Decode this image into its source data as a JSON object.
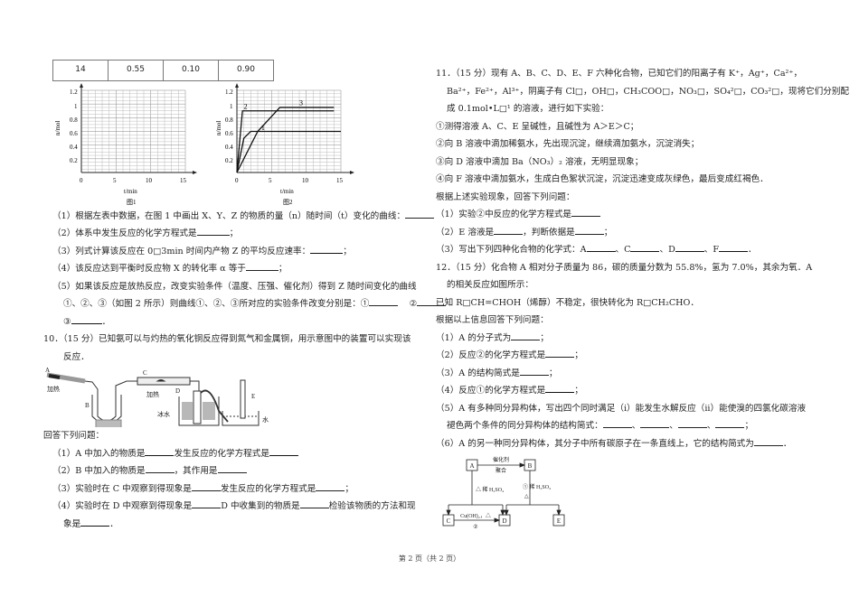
{
  "table": {
    "row": [
      "14",
      "0.55",
      "0.10",
      "0.90"
    ]
  },
  "chart_data": [
    {
      "type": "line",
      "title": "图1",
      "xlabel": "t/min",
      "ylabel": "n/mol",
      "xticks": [
        "0",
        "5",
        "10",
        "15"
      ],
      "yticks": [
        "0.2",
        "0.4",
        "0.6",
        "0.8",
        "1",
        "1.2"
      ],
      "xlim": [
        0,
        15
      ],
      "ylim": [
        0,
        1.2
      ],
      "grid": true,
      "series": []
    },
    {
      "type": "line",
      "title": "图2",
      "xlabel": "t/min",
      "ylabel": "n/mol",
      "xticks": [
        "0",
        "5",
        "10",
        "15"
      ],
      "yticks": [
        "0.2",
        "0.4",
        "0.6",
        "0.8",
        "1",
        "1.2"
      ],
      "xlim": [
        0,
        15
      ],
      "ylim": [
        0,
        1.2
      ],
      "grid": true,
      "series": [
        {
          "name": "1",
          "x": [
            0,
            1,
            2,
            15
          ],
          "y": [
            0,
            0.5,
            0.6,
            0.6
          ]
        },
        {
          "name": "2",
          "x": [
            0,
            0.8,
            14
          ],
          "y": [
            0,
            0.9,
            0.9
          ]
        },
        {
          "name": "3",
          "x": [
            0,
            3,
            6.2,
            14
          ],
          "y": [
            0,
            0.6,
            0.95,
            0.95
          ]
        }
      ]
    }
  ],
  "left": {
    "q9": [
      "（1）根据左表中数据，在图 1 中画出 X、Y、Z 的物质的量（n）随时间（t）变化的曲线：",
      "（2）体系中发生反应的化学方程式是",
      "（3）列式计算该反应在 0□3min 时间内产物 Z 的平均反应速率：",
      "（4）该反应达到平衡时反应物 X 的转化率 α 等于",
      "（5）如果该反应是放热反应，改变实验条件（温度、压强、催化剂）得到 Z 随时间变化的曲线",
      "①、②、③（如图 2 所示）则曲线①、②、③所对应的实验条件改变分别是：①",
      "②",
      "③"
    ],
    "q10_head": "10．（15 分）已知氨可以与灼热的氧化铜反应得到氮气和金属铜，用示意图中的装置可以实现该",
    "q10_head2": "反应．",
    "apparatus": {
      "labels": {
        "A": "A",
        "B": "B",
        "C": "C",
        "D": "D",
        "E": "E",
        "heat1": "加热",
        "heat2": "加热",
        "ice": "冰水",
        "water": "水"
      }
    },
    "answer_intro": "回答下列问题：",
    "q10": [
      {
        "a": "（1）A 中加入的物质是",
        "b": "发生反应的化学方程式是",
        "c": ""
      },
      {
        "a": "（2）B 中加入的物质是",
        "b": "，其作用是",
        "c": ""
      },
      {
        "a": "（3）实验时在 C 中观察到得现象是",
        "b": "发生反应的化学方程式是",
        "c": "；"
      },
      {
        "a": "（4）实验时在 D 中观察到得现象是",
        "b": "D 中收集到的物质是",
        "c": "检验该物质的方法和现"
      }
    ],
    "q10_last": "象是"
  },
  "right": {
    "q11_lines": [
      "11．（15 分）现有 A、B、C、D、E、F 六种化合物，已知它们的阳离子有 K⁺，Ag⁺，Ca²⁺，",
      "Ba²⁺，Fe²⁺，Al³⁺，阴离子有 Cl□，OH□，CH₃COO□，NO₃□，SO₄²□，CO₃²□，现将它们分别配",
      "成 0.1mol•L□¹ 的溶液，进行如下实验：",
      "①测得溶液 A、C、E 呈碱性，且碱性为 A＞E＞C；",
      "②向 B 溶液中滴加稀氨水，先出现沉淀，继续滴加氨水，沉淀消失；",
      "③向 D 溶液中滴加 Ba（NO₃）₂ 溶液，无明显现象；",
      "④向 F 溶液中滴加氨水，生成白色絮状沉淀，沉淀迅速变成灰绿色，最后变成红褐色．",
      "根据上述实验现象，回答下列问题："
    ],
    "q11_sub1": "（1）实验②中反应的化学方程式是",
    "q11_sub2_a": "（2）E 溶液是",
    "q11_sub2_b": "，判断依据是",
    "q11_sub3": "（3）写出下列四种化合物的化学式：A",
    "q11_sub3_c": "、C",
    "q11_sub3_d": "、D",
    "q11_sub3_f": "、F",
    "q12_head": "12．（15 分）化合物 A 相对分子质量为 86，碳的质量分数为 55.8%，氢为 7.0%，其余为氧．A",
    "q12_head2": "的相关反应如图所示：",
    "q12_known": "已知 R□CH=CHOH（烯醇）不稳定，很快转化为 R□CH₂CHO．",
    "q12_intro": "根据以上信息回答下列问题：",
    "q12_subs": [
      "（1）A 的分子式为",
      "（2）反应②的化学方程式是",
      "（3）A 的结构简式是",
      "（4）反应①的化学方程式是"
    ],
    "q12_sub5a": "（5）A 有多种同分异构体，写出四个同时满足（i）能发生水解反应（ii）能使溴的四氯化碳溶液",
    "q12_sub5b": "褪色两个条件的同分异构体的结构简式：",
    "q12_sub6": "（6）A 的另一种同分异构体，其分子中所有碳原子在一条直线上，它的结构简式为",
    "scheme": {
      "A": "A",
      "B": "B",
      "C": "C",
      "D": "D",
      "E": "E",
      "ab_top": "催化剂",
      "ab_bottom": "聚合",
      "ad_label": "△  稀 H₂SO₄",
      "bd_label1": "①  稀 H₂SO₄",
      "bd_label2": "△",
      "cd_top": "Cu(OH)₂，△",
      "cd_bottom": "②"
    }
  },
  "footer": {
    "page": "第 2 页（共 2 页）"
  }
}
